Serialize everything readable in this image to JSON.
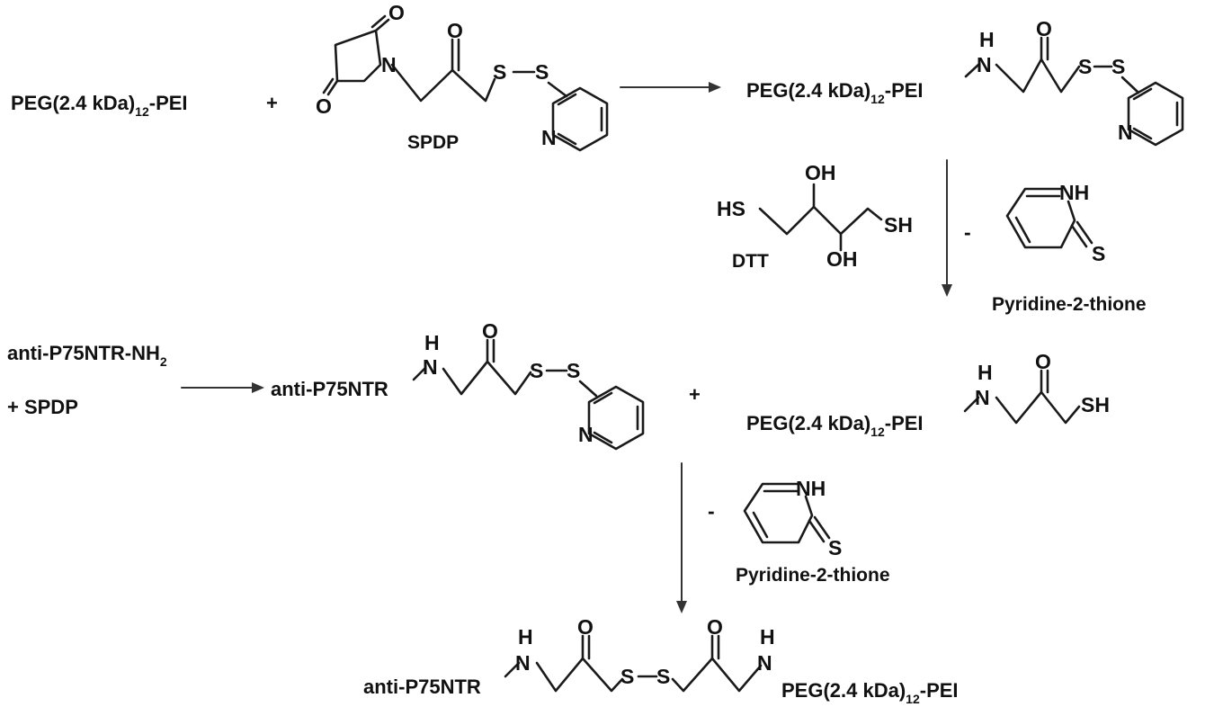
{
  "reagents": {
    "peg_pei_pre": "PEG(2.4 kDa)",
    "peg_pei_sub": "12",
    "peg_pei_post": "-PEI",
    "plus": "+",
    "spdp": "SPDP",
    "dtt": "DTT",
    "pyridine_thione": "Pyridine-2-thione",
    "minus": "-",
    "antibody_amine_pre": "anti-P75NTR-NH",
    "antibody_amine_sub": "2",
    "plus_spdp": "+  SPDP",
    "antibody": "anti-P75NTR"
  },
  "atoms": {
    "O": "O",
    "N": "N",
    "S": "S",
    "H": "H",
    "NH": "NH",
    "OH": "OH",
    "SH": "SH",
    "HS": "HS"
  }
}
